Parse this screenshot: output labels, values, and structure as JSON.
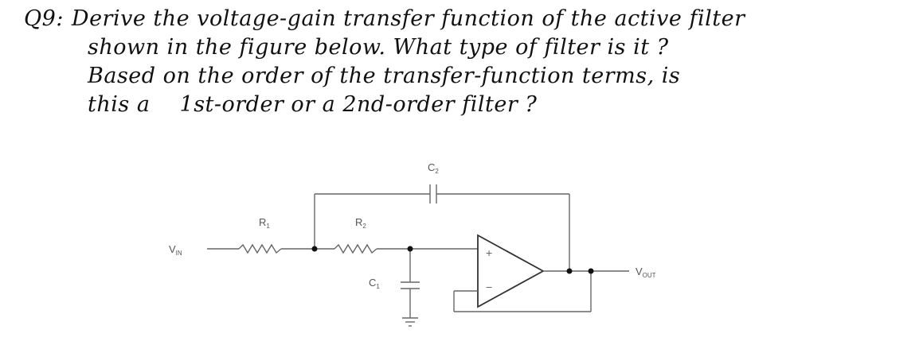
{
  "question": {
    "number": "Q9:",
    "line1": "Derive the voltage-gain transfer function of the active filter",
    "line2": "shown in the figure below. What type of filter is it ?",
    "line3": "Based on the order of the transfer-function terms, is",
    "line4_a": "this a",
    "line4_b": "1st-order or a 2nd-order filter ?"
  },
  "circuit": {
    "vin": {
      "main": "V",
      "sub": "IN"
    },
    "r1": {
      "main": "R",
      "sub": "1"
    },
    "r2": {
      "main": "R",
      "sub": "2"
    },
    "c1": {
      "main": "C",
      "sub": "1"
    },
    "c2": {
      "main": "C",
      "sub": "2"
    },
    "vout": {
      "main": "V",
      "sub": "OUT"
    },
    "opamp_plus": "+",
    "opamp_minus": "−"
  },
  "colors": {
    "ink": "#111111",
    "wire": "#666666",
    "label": "#555555"
  }
}
